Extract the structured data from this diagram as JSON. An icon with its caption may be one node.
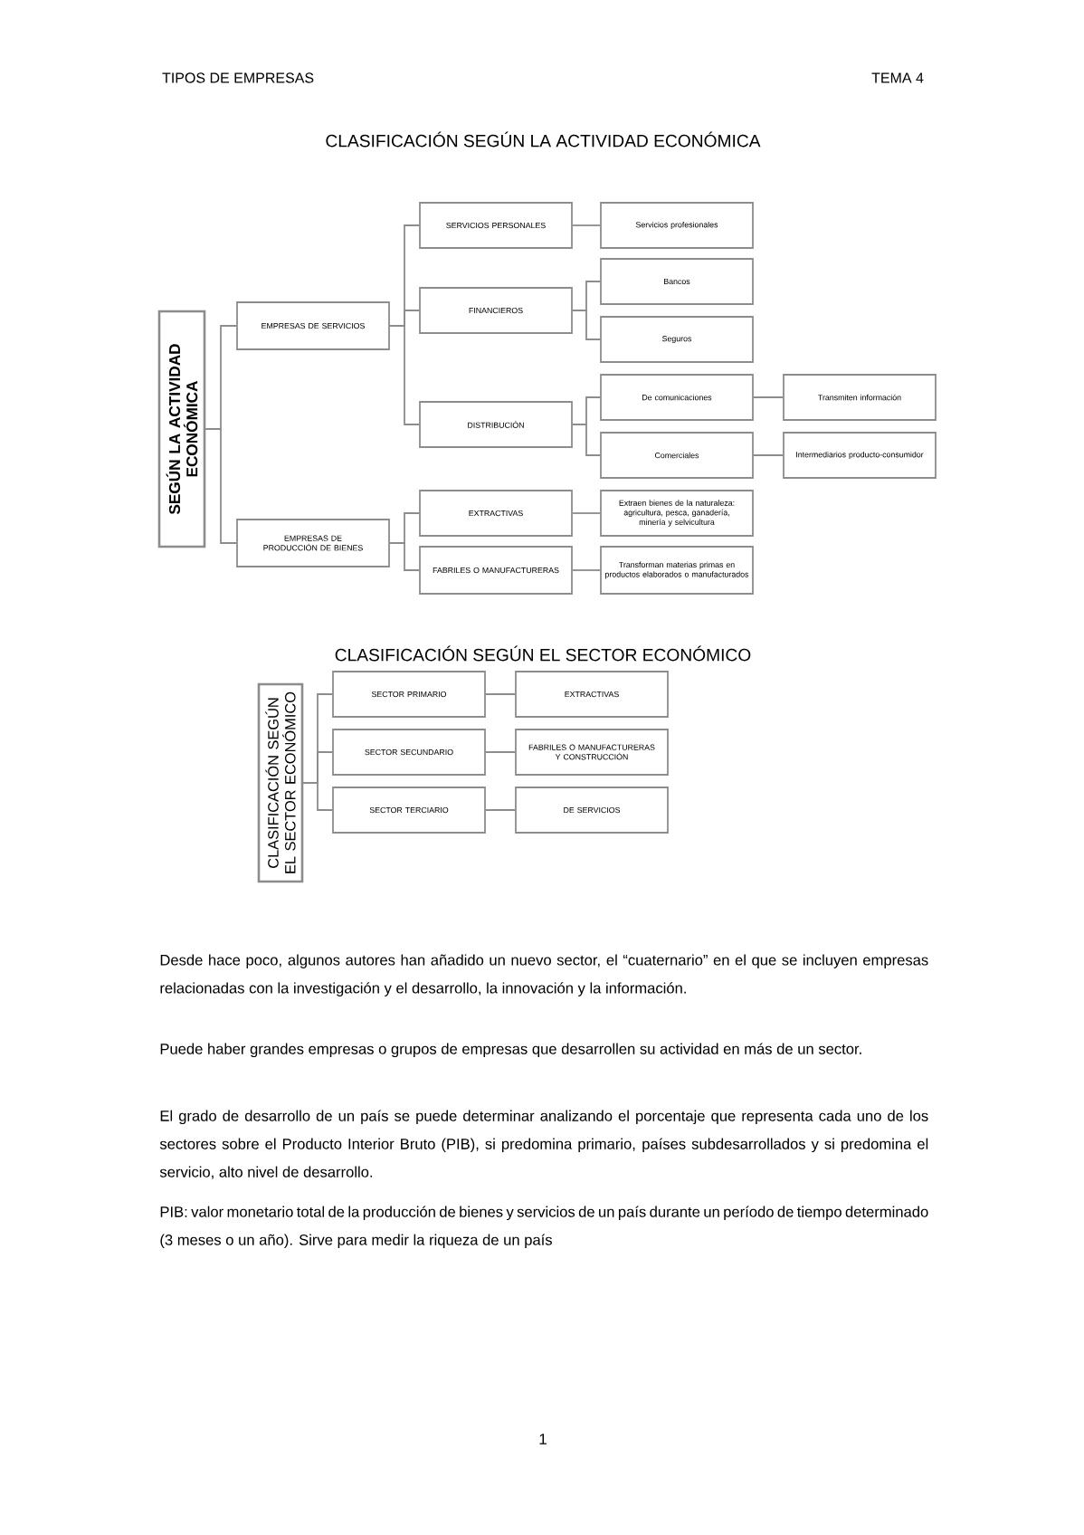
{
  "diagram": {
    "title": "CLASIFICACIÓN SEGÚN LA ACTIVIDAD ECONÓMICA",
    "nodes": [
      {
        "text": [
          "SEGÚN LA ACTIVIDAD ECONÓMICA"
        ]
      },
      {
        "text": [
          "EMPRESAS DE SERVICIOS"
        ]
      },
      {
        "text": [
          "SERVICIOS PERSONALES"
        ]
      },
      {
        "text": [
          "Servicios profesionales"
        ]
      },
      {
        "text": [
          "FINANCIEROS"
        ]
      },
      {
        "text": [
          "Bancos"
        ]
      },
      {
        "text": [
          "Seguros"
        ]
      },
      {
        "text": [
          "DISTRIBUCIÓN"
        ]
      },
      {
        "text": [
          "De comunicaciones"
        ]
      },
      {
        "text": [
          "Transmiten información"
        ]
      },
      {
        "text": [
          "Comerciales"
        ]
      },
      {
        "text": [
          "Intermediarios producto-consumidor"
        ]
      },
      {
        "text": [
          "EMPRESAS DE PRODUCCIÓN DE BIENES"
        ]
      },
      {
        "text": [
          "EXTRACTIVAS"
        ]
      },
      {
        "text": [
          "Extraen bienes de la naturaleza: agricultura, pesca, ganadería, minería y selvicultura"
        ]
      },
      {
        "text": [
          "FABRILES O MANUFACTURERAS"
        ]
      },
      {
        "text": [
          "Transforman materias primas en productos elaborados o manufacturados"
        ]
      },
      {
        "text": [
          "CLASIFICACIÓN SEGÚN EL SECTOR ECONÓMICO"
        ]
      },
      {
        "text": [
          "SECTOR PRIMARIO"
        ]
      },
      {
        "text": [
          "EXTRACTIVAS"
        ]
      },
      {
        "text": [
          "SECTOR SECUNDARIO"
        ]
      },
      {
        "text": [
          "FABRILES O MANUFACTURERAS Y CONSTRUCCIÓN"
        ]
      },
      {
        "text": [
          "SECTOR TERCIARIO"
        ]
      },
      {
        "text": [
          "DE SERVICIOS"
        ]
      }
    ],
    "edges": [
      {
        "from": 0,
        "to": 1,
        "arrow": "none"
      },
      {
        "from": 0,
        "to": 12,
        "arrow": "none"
      },
      {
        "from": 1,
        "to": 2,
        "arrow": "none"
      },
      {
        "from": 1,
        "to": 4,
        "arrow": "none"
      },
      {
        "from": 1,
        "to": 7,
        "arrow": "none"
      },
      {
        "from": 2,
        "to": 3,
        "arrow": "none"
      },
      {
        "from": 4,
        "to": 5,
        "arrow": "none"
      },
      {
        "from": 4,
        "to": 6,
        "arrow": "none"
      },
      {
        "from": 7,
        "to": 8,
        "arrow": "none"
      },
      {
        "from": 7,
        "to": 10,
        "arrow": "none"
      },
      {
        "from": 8,
        "to": 9,
        "arrow": "none"
      },
      {
        "from": 10,
        "to": 11,
        "arrow": "none"
      },
      {
        "from": 12,
        "to": 13,
        "arrow": "none"
      },
      {
        "from": 12,
        "to": 15,
        "arrow": "none"
      },
      {
        "from": 13,
        "to": 14,
        "arrow": "none"
      },
      {
        "from": 15,
        "to": 16,
        "arrow": "none"
      },
      {
        "from": 17,
        "to": 18,
        "arrow": "none"
      },
      {
        "from": 17,
        "to": 20,
        "arrow": "none"
      },
      {
        "from": 17,
        "to": 22,
        "arrow": "none"
      },
      {
        "from": 18,
        "to": 19,
        "arrow": "none"
      },
      {
        "from": 20,
        "to": 21,
        "arrow": "none"
      },
      {
        "from": 22,
        "to": 23,
        "arrow": "none"
      }
    ],
    "labels": [
      "TIPOS DE EMPRESAS",
      "TEMA 4",
      "CLASIFICACIÓN SEGÚN EL SECTOR ECONÓMICO",
      "Desde hace poco, algunos autores han añadido un nuevo sector, el “cuaternario” en el que se incluyen empresas relacionadas con la investigación y el desarrollo, la innovación y la información.",
      "Puede haber grandes empresas o grupos de empresas que desarrollen su actividad en más de un sector.",
      "El grado de desarrollo de un país se puede determinar analizando el porcentaje que representa cada uno de los sectores sobre el Producto Interior Bruto (PIB), si predomina primario, países subdesarrollados y si predomina el servicio, alto nivel de desarrollo.",
      "PIB: valor monetario total de la producción de bienes y servicios de un país durante un período de tiempo determinado (3 meses o un año). Sirve para medir la riqueza de un país",
      "1"
    ]
  }
}
